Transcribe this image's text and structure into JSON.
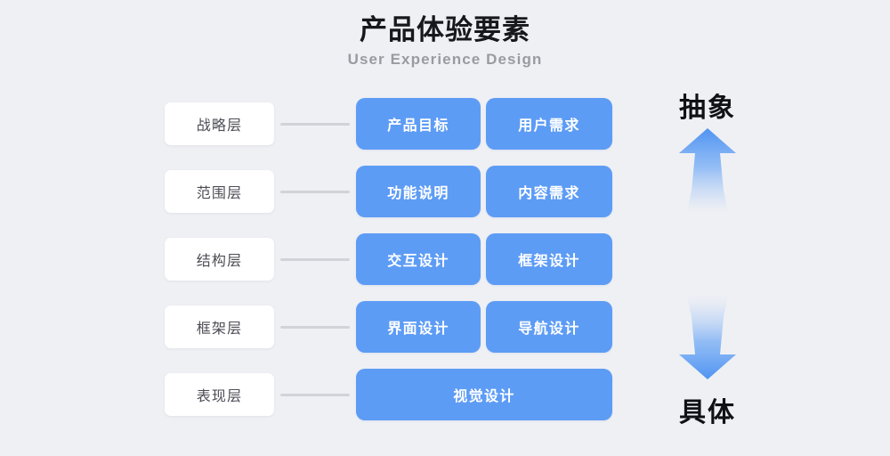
{
  "header": {
    "title": "产品体验要素",
    "subtitle": "User Experience Design"
  },
  "colors": {
    "background": "#eff0f4",
    "box_blue": "#5d9cf5",
    "card_white": "#ffffff",
    "connector_gray": "#d2d3d8",
    "label_text": "#4c4d55",
    "title_text": "#17181c",
    "subtitle_text": "#9a9aa0"
  },
  "axis": {
    "top_label": "抽象",
    "bottom_label": "具体",
    "up_arrow_icon": "arrow-up-gradient-icon",
    "down_arrow_icon": "arrow-down-gradient-icon"
  },
  "rows": [
    {
      "layer": "战略层",
      "boxes": [
        {
          "label": "产品目标",
          "span": "left"
        },
        {
          "label": "用户需求",
          "span": "right"
        }
      ]
    },
    {
      "layer": "范围层",
      "boxes": [
        {
          "label": "功能说明",
          "span": "left"
        },
        {
          "label": "内容需求",
          "span": "right"
        }
      ]
    },
    {
      "layer": "结构层",
      "boxes": [
        {
          "label": "交互设计",
          "span": "left"
        },
        {
          "label": "框架设计",
          "span": "right"
        }
      ]
    },
    {
      "layer": "框架层",
      "boxes": [
        {
          "label": "界面设计",
          "span": "left"
        },
        {
          "label": "导航设计",
          "span": "right"
        }
      ]
    },
    {
      "layer": "表现层",
      "boxes": [
        {
          "label": "视觉设计",
          "span": "full"
        }
      ]
    }
  ]
}
